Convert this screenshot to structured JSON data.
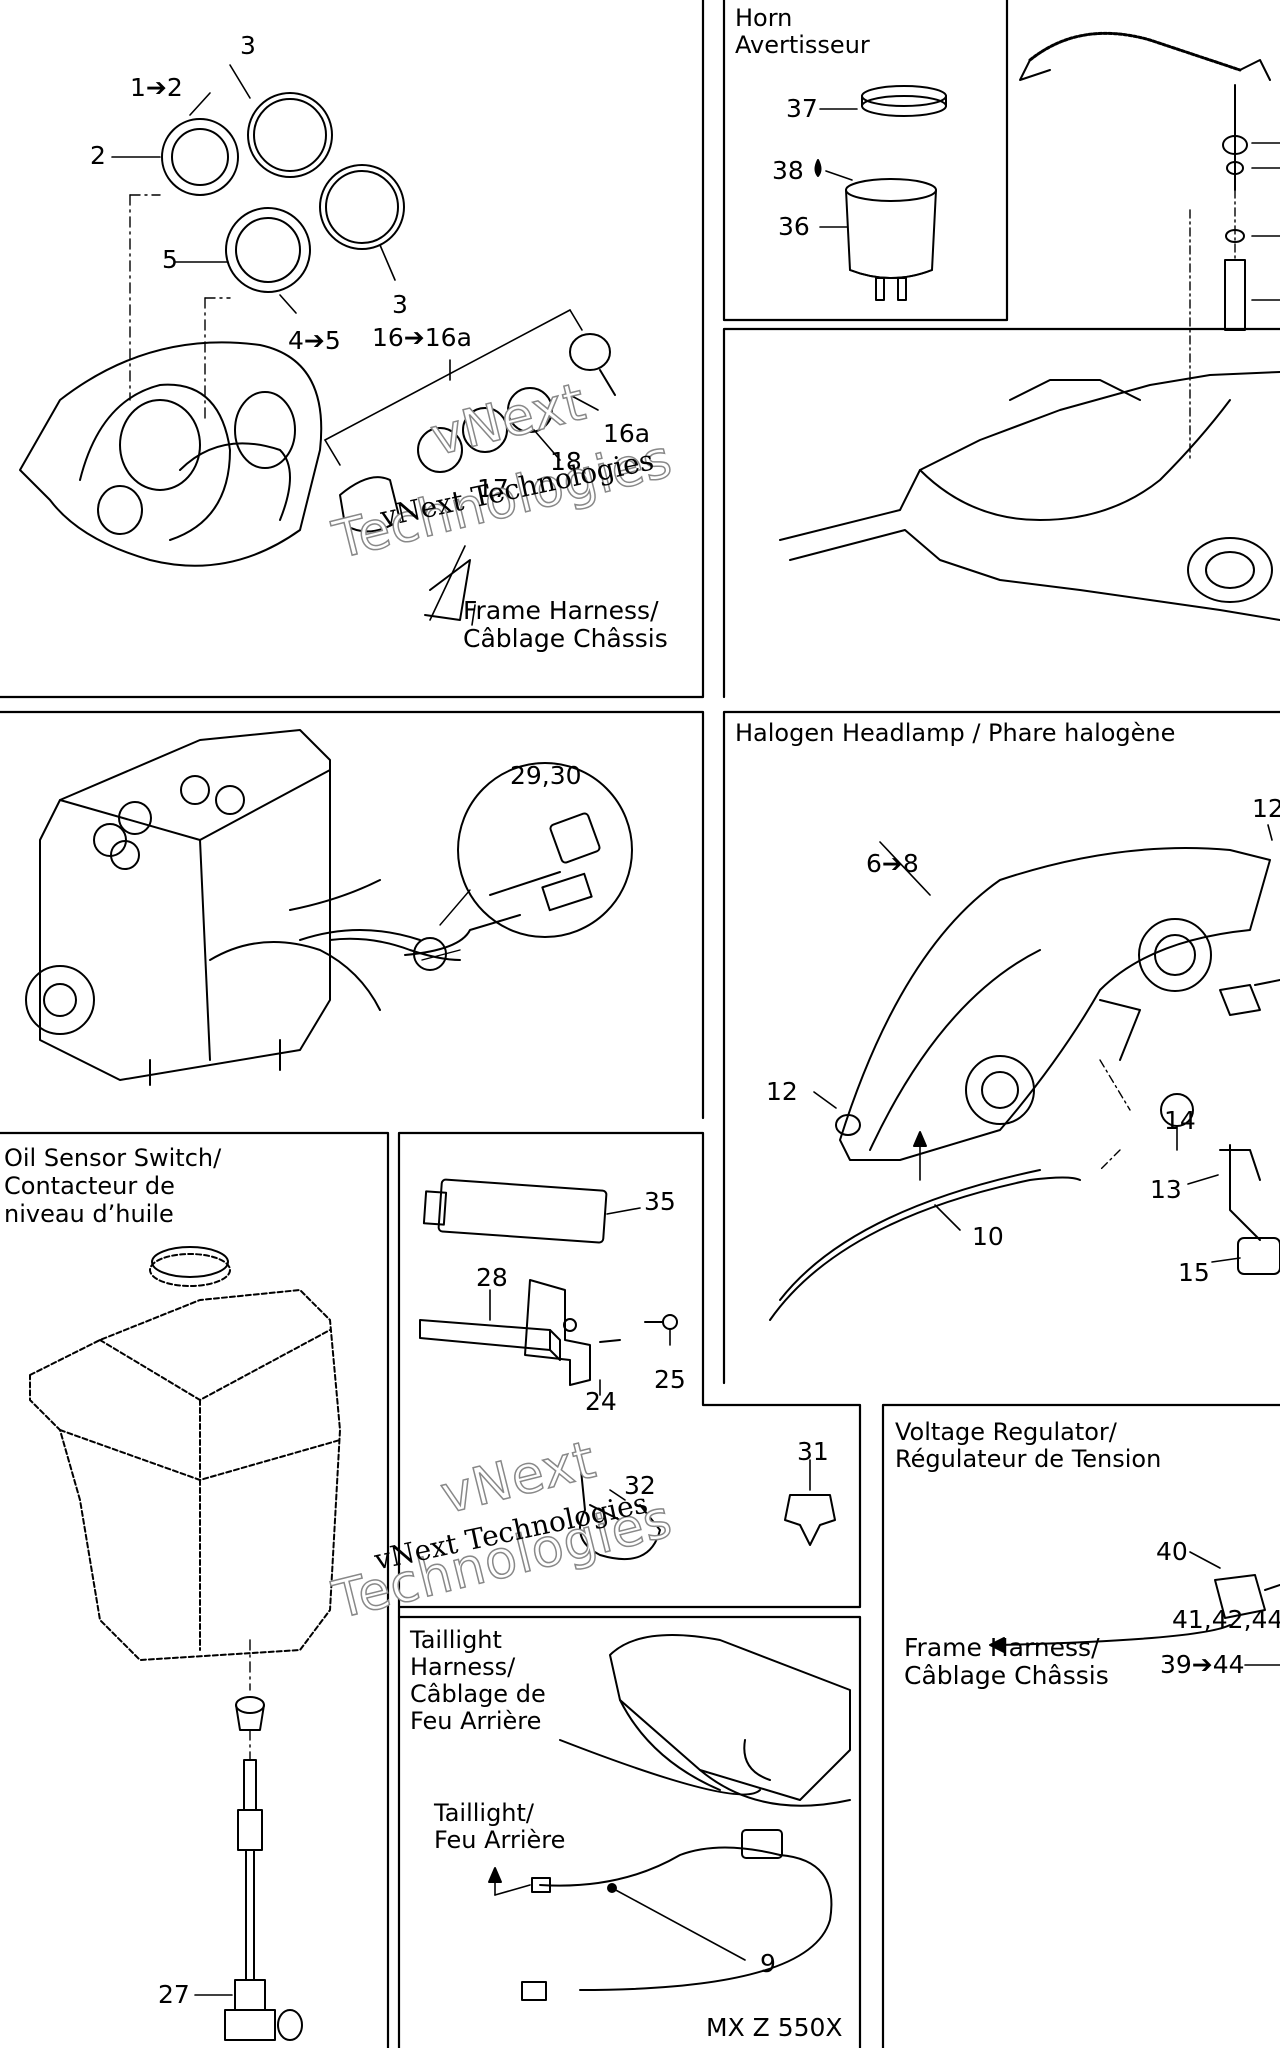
{
  "sections": {
    "horn": {
      "title_line1": "Horn",
      "title_line2": "Avertisseur",
      "callouts": [
        "37",
        "38",
        "36"
      ]
    },
    "gauges": {
      "callouts": [
        "3",
        "1➔2",
        "2",
        "5",
        "3",
        "4➔5",
        "16➔16a",
        "16a",
        "18",
        "17"
      ],
      "harness_line1": "Frame Harness/",
      "harness_line2": "Câblage Châssis"
    },
    "engine": {
      "callout": "29,30"
    },
    "headlamp": {
      "title": "Halogen Headlamp / Phare halogène",
      "callouts": [
        "12",
        "6➔8",
        "12",
        "14",
        "13",
        "10",
        "15"
      ]
    },
    "oil": {
      "title_line1": "Oil Sensor Switch/",
      "title_line2": "Contacteur de",
      "title_line3": "niveau d’huile",
      "callout": "27"
    },
    "parts": {
      "callouts": [
        "35",
        "28",
        "24",
        "25"
      ]
    },
    "clip": {
      "callouts": [
        "32",
        "31"
      ]
    },
    "regulator": {
      "title_line1": "Voltage Regulator/",
      "title_line2": "Régulateur de Tension",
      "callouts": [
        "40",
        "41,42,44",
        "39➔44"
      ],
      "harness_line1": "Frame Harness/",
      "harness_line2": "Câblage Châssis"
    },
    "taillight": {
      "title_line1": "Taillight",
      "title_line2": "Harness/",
      "title_line3": "Câblage de",
      "title_line4": "Feu Arrière",
      "sub_line1": "Taillight/",
      "sub_line2": "Feu Arrière",
      "callout": "9",
      "model": "MX Z 550X"
    }
  },
  "watermarks": {
    "text_a": "vNext Technologies",
    "text_b1": "vNext",
    "text_b2": "Technologies"
  }
}
